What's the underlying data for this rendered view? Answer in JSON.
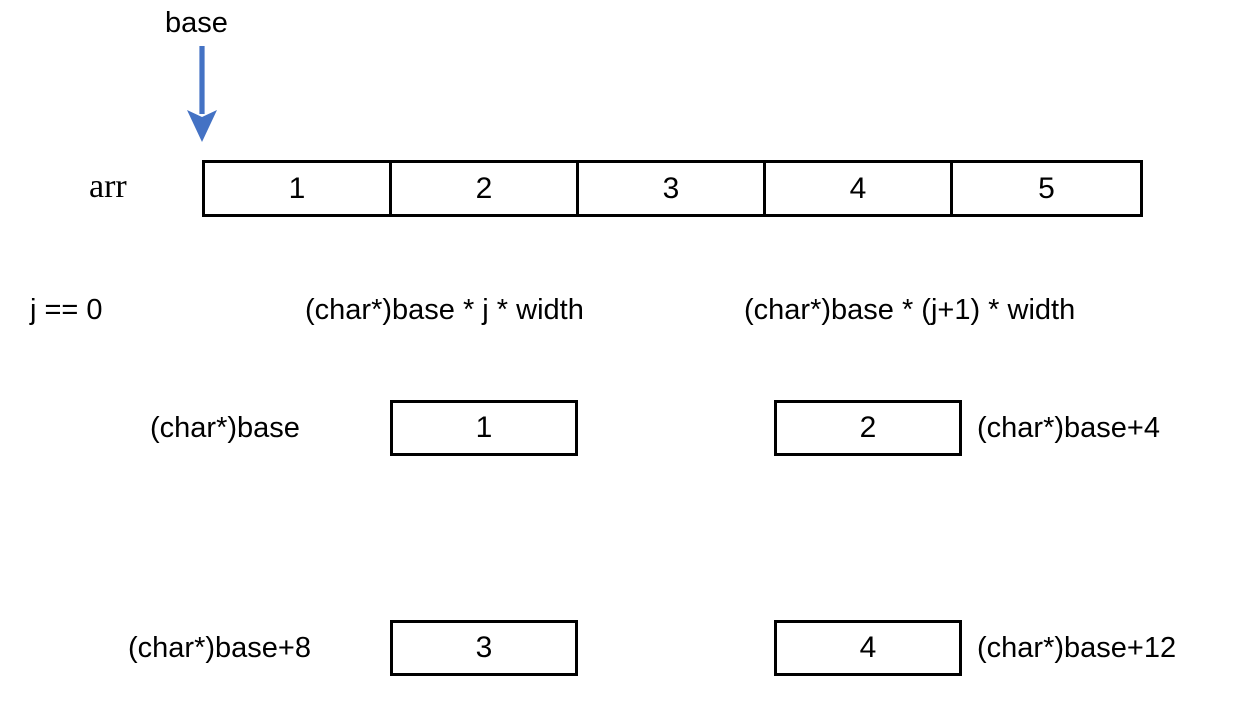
{
  "diagram": {
    "title": "C array pointer arithmetic memory layout",
    "colors": {
      "arrow": "#4472C4",
      "stroke": "#000000",
      "background": "#FFFFFF",
      "text": "#000000"
    },
    "pointer": {
      "label": "base",
      "arrow_icon": "down-arrow-icon",
      "arrow_color": "#4472C4",
      "direction": "down"
    },
    "array": {
      "name": "arr",
      "cells": [
        "1",
        "2",
        "3",
        "4",
        "5"
      ],
      "cell_count": 5
    },
    "formulas": {
      "condition": "j == 0",
      "left": "(char*)base * j * width",
      "right": "(char*)base * (j+1) * width"
    },
    "elements": [
      {
        "value": "1",
        "label": "(char*)base",
        "label_side": "left"
      },
      {
        "value": "2",
        "label": "(char*)base+4",
        "label_side": "right"
      },
      {
        "value": "3",
        "label": "(char*)base+8",
        "label_side": "left"
      },
      {
        "value": "4",
        "label": "(char*)base+12",
        "label_side": "right"
      }
    ]
  }
}
